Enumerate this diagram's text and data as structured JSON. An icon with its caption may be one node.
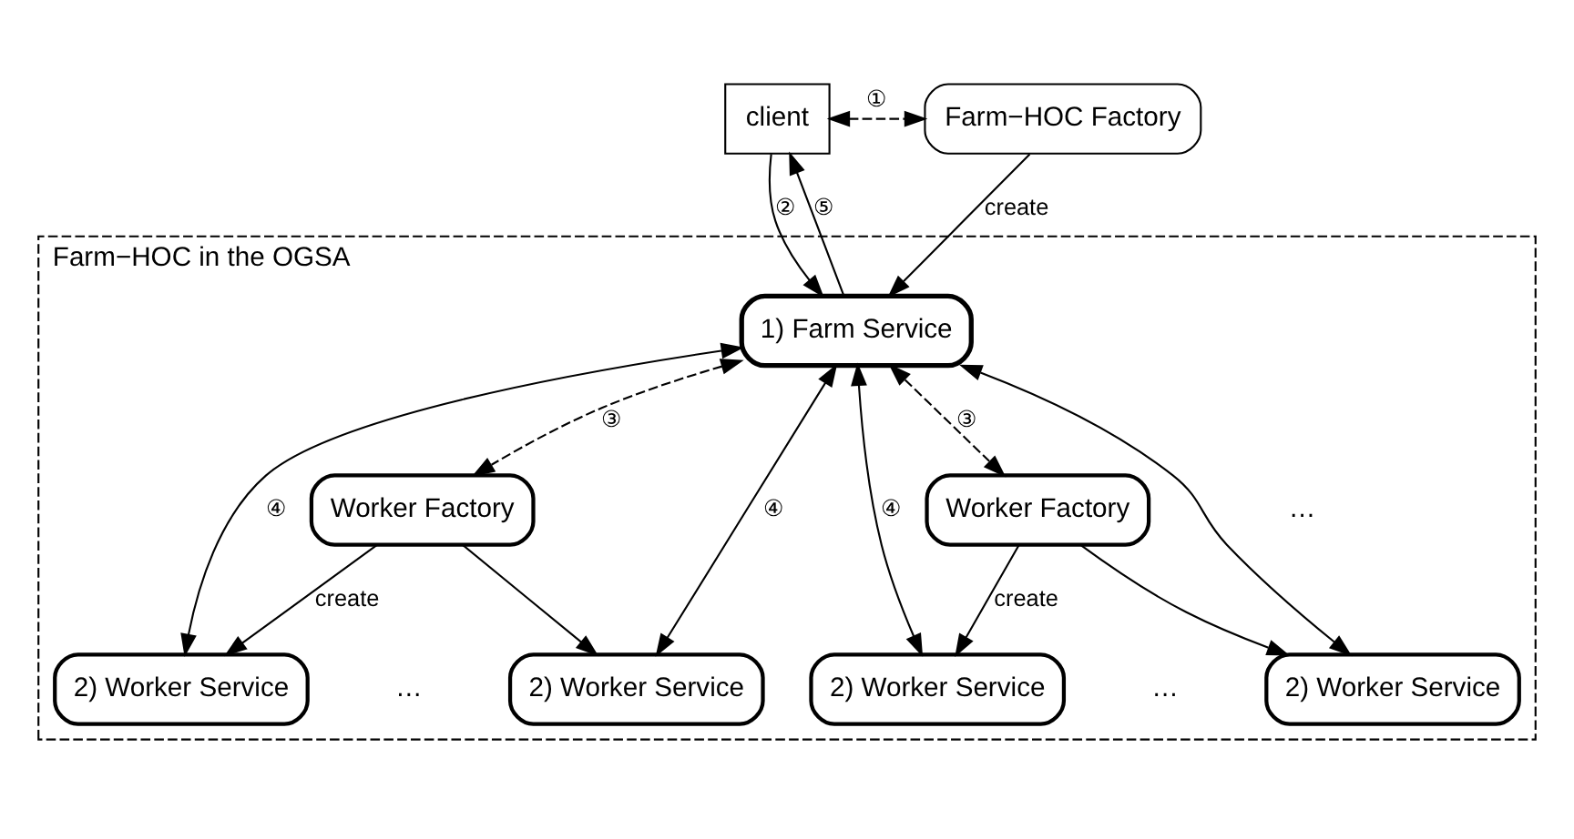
{
  "diagram": {
    "nodes": [
      {
        "text": [
          "client"
        ]
      },
      {
        "text": [
          "Farm−HOC Factory"
        ]
      },
      {
        "text": [
          "Farm−HOC in the OGSA"
        ]
      },
      {
        "text": [
          "1) Farm Service"
        ],
        "in": 2
      },
      {
        "text": [
          "Worker Factory"
        ],
        "in": 2
      },
      {
        "text": [
          "Worker Factory"
        ],
        "in": 2
      },
      {
        "text": [
          "2) Worker Service"
        ],
        "in": 2
      },
      {
        "text": [
          "2) Worker Service"
        ],
        "in": 2
      },
      {
        "text": [
          "2) Worker Service"
        ],
        "in": 2
      },
      {
        "text": [
          "2) Worker Service"
        ],
        "in": 2
      }
    ],
    "edges": [
      {
        "from": 0,
        "to": 1,
        "arrow": "both",
        "style": "dashed",
        "label": "①"
      },
      {
        "from": 0,
        "to": 3,
        "arrow": "to",
        "label": "②"
      },
      {
        "from": 3,
        "to": 0,
        "arrow": "to",
        "label": "⑤"
      },
      {
        "from": 1,
        "to": 3,
        "arrow": "to",
        "label": "create"
      },
      {
        "from": 3,
        "to": 6,
        "arrow": "both",
        "label": "④"
      },
      {
        "from": 3,
        "to": 4,
        "arrow": "both",
        "style": "dashed",
        "label": "③"
      },
      {
        "from": 3,
        "to": 7,
        "arrow": "both",
        "label": "④"
      },
      {
        "from": 3,
        "to": 8,
        "arrow": "both"
      },
      {
        "from": 3,
        "to": 5,
        "arrow": "both",
        "style": "dashed",
        "label": "③"
      },
      {
        "from": 3,
        "to": 9,
        "arrow": "both",
        "label": "④"
      },
      {
        "from": 4,
        "to": 6,
        "arrow": "to"
      },
      {
        "from": 4,
        "to": 7,
        "arrow": "to",
        "label": "create"
      },
      {
        "from": 5,
        "to": 8,
        "arrow": "to"
      },
      {
        "from": 5,
        "to": 9,
        "arrow": "to",
        "label": "create"
      }
    ],
    "labels": [
      "…",
      "…",
      "…"
    ]
  }
}
